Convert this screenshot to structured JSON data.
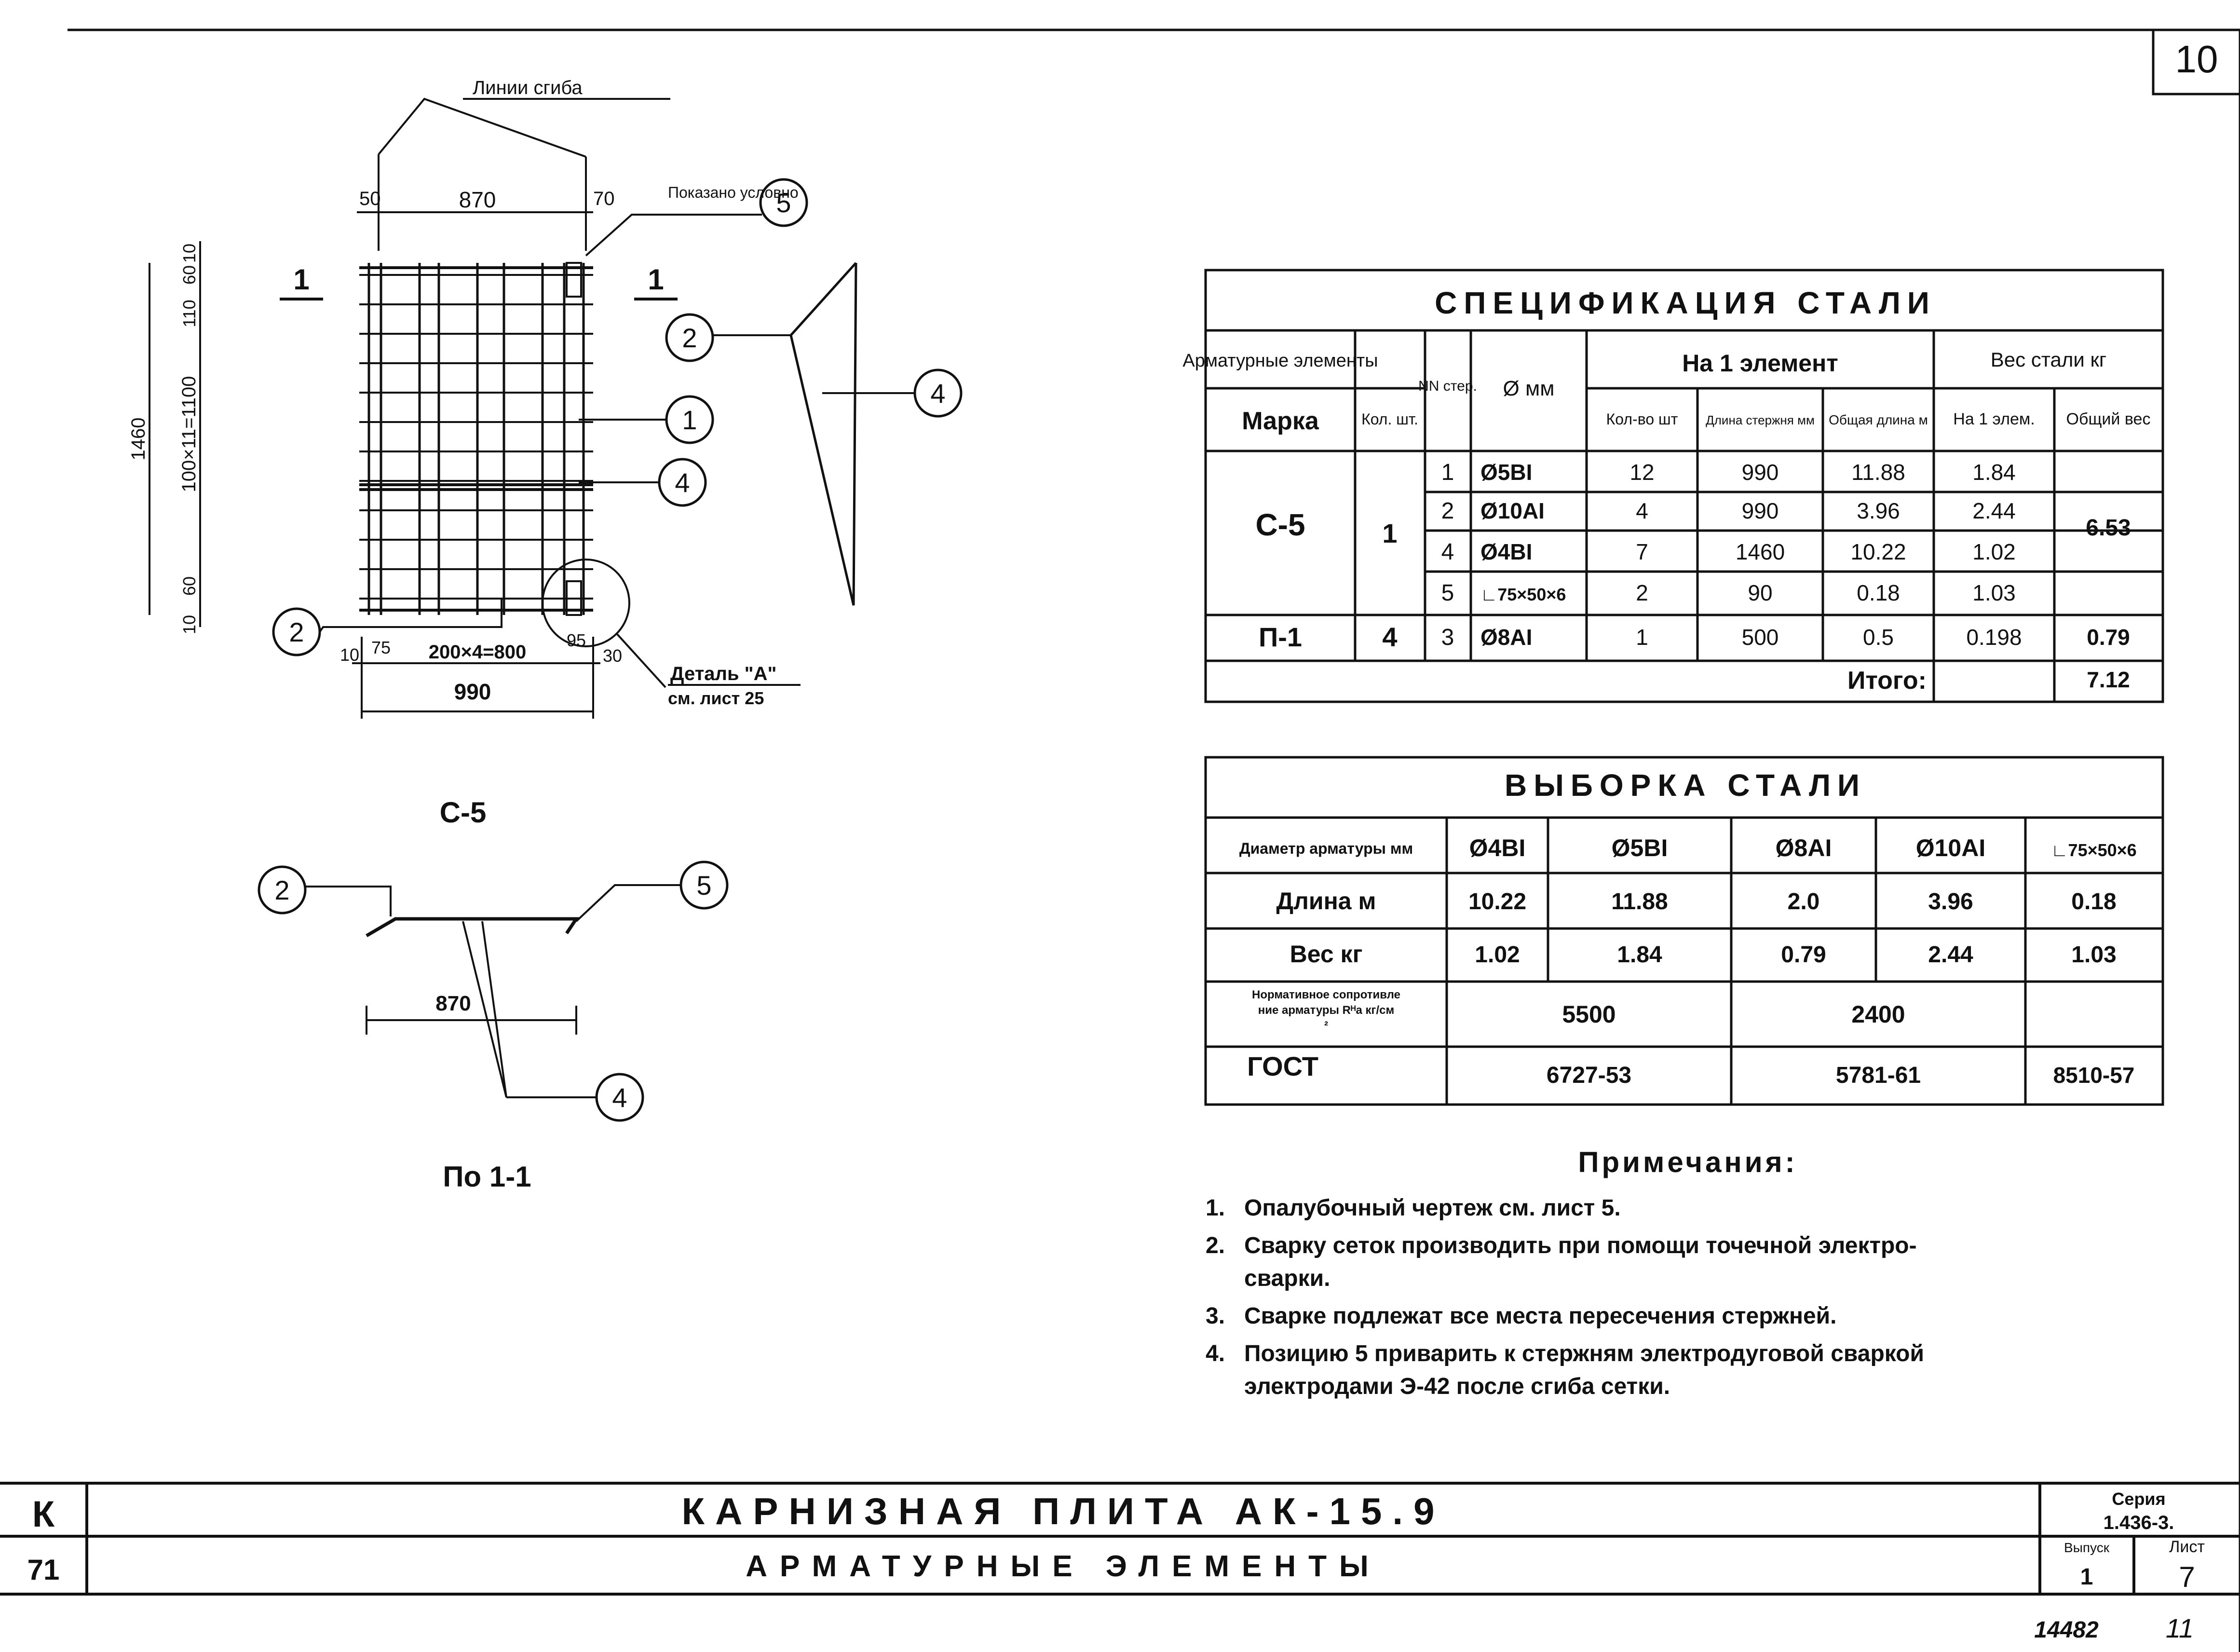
{
  "sheet_number": "10",
  "title_block": {
    "left_top": "К",
    "left_bottom": "71",
    "title": "КАРНИЗНАЯ ПЛИТА АК-15.9",
    "subtitle": "АРМАТУРНЫЕ ЭЛЕМЕНТЫ",
    "series_label": "Серия",
    "series_value": "1.436-3.",
    "issue_label": "Выпуск",
    "issue_value": "1",
    "sheet_label": "Лист",
    "sheet_value": "7",
    "under_left": "14482",
    "under_right": "11"
  },
  "drawing": {
    "fold_lines_label": "Линии сгиба",
    "shown_conventionally": "Показано условно",
    "section_mark": "1",
    "dims_top": [
      "50",
      "870",
      "70"
    ],
    "dims_left": [
      "1460",
      "10",
      "60",
      "110",
      "100×11=1100",
      "60",
      "10"
    ],
    "dims_bottom": [
      "10",
      "75",
      "200×4=800",
      "95",
      "30",
      "990"
    ],
    "detail_label": "Деталь \"А\"",
    "detail_ref": "см. лист 25",
    "callouts": [
      "1",
      "2",
      "4",
      "5"
    ],
    "mesh_title": "С-5",
    "section_dim": "870",
    "section_title": "По 1-1"
  },
  "spec": {
    "title": "СПЕЦИФИКАЦИЯ СТАЛИ",
    "headers": {
      "elements": "Арматурные элементы",
      "marka": "Марка",
      "kol": "Кол. шт.",
      "nn": "NN стер.",
      "diam": "Ø мм",
      "per_element": "На 1 элемент",
      "kolvo": "Кол-во шт",
      "length": "Длина стержня мм",
      "total_length": "Общая длина м",
      "weight": "Вес стали кг",
      "per_elem": "На 1 элем.",
      "total_weight": "Общий вес"
    },
    "groups": [
      {
        "marka": "С-5",
        "kol": "1",
        "total_weight": "6.53",
        "rows": [
          {
            "nn": "1",
            "diam": "Ø5BI",
            "kolvo": "12",
            "length": "990",
            "total": "11.88",
            "weight": "1.84"
          },
          {
            "nn": "2",
            "diam": "Ø10AI",
            "kolvo": "4",
            "length": "990",
            "total": "3.96",
            "weight": "2.44"
          },
          {
            "nn": "4",
            "diam": "Ø4BI",
            "kolvo": "7",
            "length": "1460",
            "total": "10.22",
            "weight": "1.02"
          },
          {
            "nn": "5",
            "diam": "∟75×50×6",
            "kolvo": "2",
            "length": "90",
            "total": "0.18",
            "weight": "1.03"
          }
        ]
      },
      {
        "marka": "П-1",
        "kol": "4",
        "total_weight": "0.79",
        "rows": [
          {
            "nn": "3",
            "diam": "Ø8AI",
            "kolvo": "1",
            "length": "500",
            "total": "0.5",
            "weight": "0.198"
          }
        ]
      }
    ],
    "total_label": "Итого:",
    "total_value": "7.12"
  },
  "vyborka": {
    "title": "ВЫБОРКА СТАЛИ",
    "diam_label": "Диаметр арматуры мм",
    "columns": [
      "Ø4BI",
      "Ø5BI",
      "Ø8AI",
      "Ø10AI",
      "∟75×50×6"
    ],
    "length_label": "Длина м",
    "lengths": [
      "10.22",
      "11.88",
      "2.0",
      "3.96",
      "0.18"
    ],
    "weight_label": "Вес кг",
    "weights": [
      "1.02",
      "1.84",
      "0.79",
      "2.44",
      "1.03"
    ],
    "resist_label": "Нормативное сопротивление арматуры Rᴴa кг/см²",
    "resist_values": [
      "5500",
      "2400"
    ],
    "gost_label": "ГОСТ",
    "gost_values": [
      "6727-53",
      "5781-61",
      "8510-57"
    ]
  },
  "notes": {
    "title": "Примечания:",
    "items": [
      {
        "n": "1.",
        "lines": [
          "Опалубочный чертеж см. лист 5."
        ]
      },
      {
        "n": "2.",
        "lines": [
          "Сварку сеток производить при помощи точечной электро-",
          "сварки."
        ]
      },
      {
        "n": "3.",
        "lines": [
          "Сварке подлежат все места пересечения стержней."
        ]
      },
      {
        "n": "4.",
        "lines": [
          "Позицию 5 приварить к стержням электродуговой сваркой",
          "электродами Э-42 после сгиба сетки."
        ]
      }
    ]
  }
}
